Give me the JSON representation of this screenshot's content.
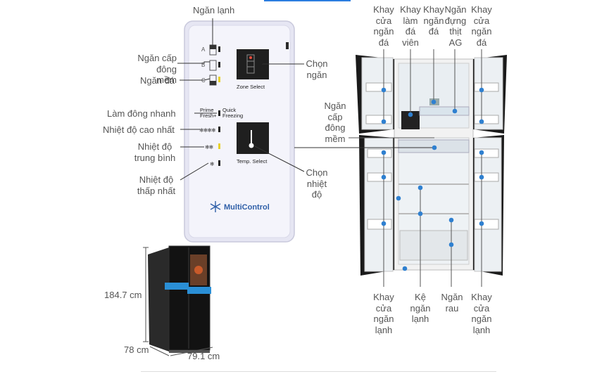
{
  "panel": {
    "zones": [
      "A",
      "B",
      "C"
    ],
    "zone_select": "Zone Select",
    "prime_fresh_line1": "Prime",
    "prime_fresh_line2": "Fresh+",
    "quick_freezing_line1": "Quick",
    "quick_freezing_line2": "Freezing",
    "temp_marks": [
      "❄❄❄❄",
      "❄❄",
      "❄"
    ],
    "temp_select": "Temp. Select",
    "brand": "MultiControl"
  },
  "left_labels": {
    "ngan_lanh": "Ngăn lạnh",
    "ngan_cap_dong_mem": "Ngăn cấp\nđông mềm",
    "ngan_da": "Ngăn đá",
    "lam_dong_nhanh": "Làm đông nhanh",
    "nhiet_do_cao_nhat": "Nhiệt độ cao nhất",
    "nhiet_do_trung_binh": "Nhiệt độ\ntrung bình",
    "nhiet_do_thap_nhat": "Nhiệt độ\nthấp nhất"
  },
  "right_panel_labels": {
    "chon_ngan": "Chọn\nngăn",
    "chon_nhiet_do": "Chọn\nnhiệt\nđộ"
  },
  "fridge_labels": {
    "top": [
      "Khay\ncửa\nngăn\nđá",
      "Khay\nlàm\nđá\nviên",
      "Khay\nngăn\nđá",
      "Ngăn\nđựng\nthịt\nAG",
      "Khay\ncửa\nngăn\nđá"
    ],
    "middle_left": "Ngăn\ncấp\nđông\nmềm",
    "bottom": [
      "Khay\ncửa\nngăn\nlạnh",
      "Kệ\nngăn\nlạnh",
      "Ngăn\nrau",
      "Khay\ncửa\nngăn\nlạnh"
    ]
  },
  "dimensions": {
    "height": "184.7 cm",
    "depth": "78 cm",
    "width": "79.1 cm"
  }
}
